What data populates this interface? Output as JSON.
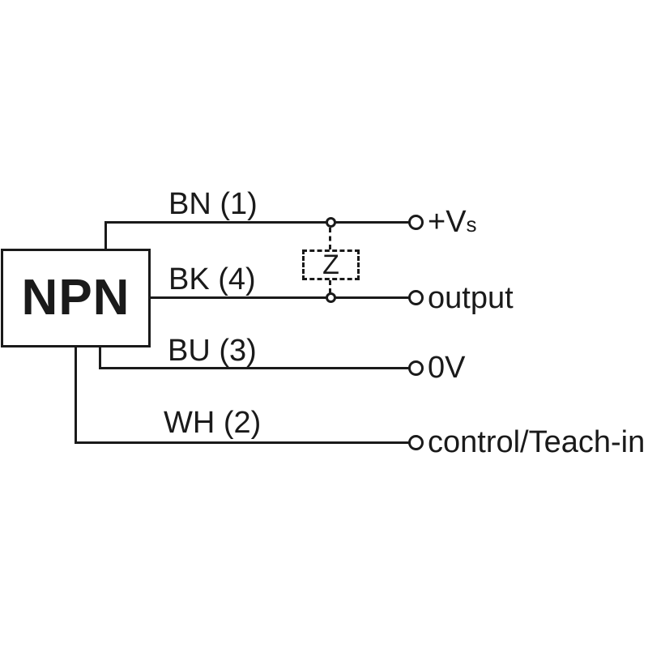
{
  "diagram": {
    "device": {
      "label": "NPN"
    },
    "load": {
      "label": "Z"
    },
    "colors": {
      "ink": "#1a1a1a",
      "background": "#ffffff"
    },
    "wires": [
      {
        "label": "BN (1)",
        "terminal_main": "+V",
        "terminal_sub": "s"
      },
      {
        "label": "BK (4)",
        "terminal_main": "output",
        "terminal_sub": ""
      },
      {
        "label": "BU (3)",
        "terminal_main": "0V",
        "terminal_sub": ""
      },
      {
        "label": "WH (2)",
        "terminal_main": "control/Teach-in",
        "terminal_sub": ""
      }
    ]
  }
}
